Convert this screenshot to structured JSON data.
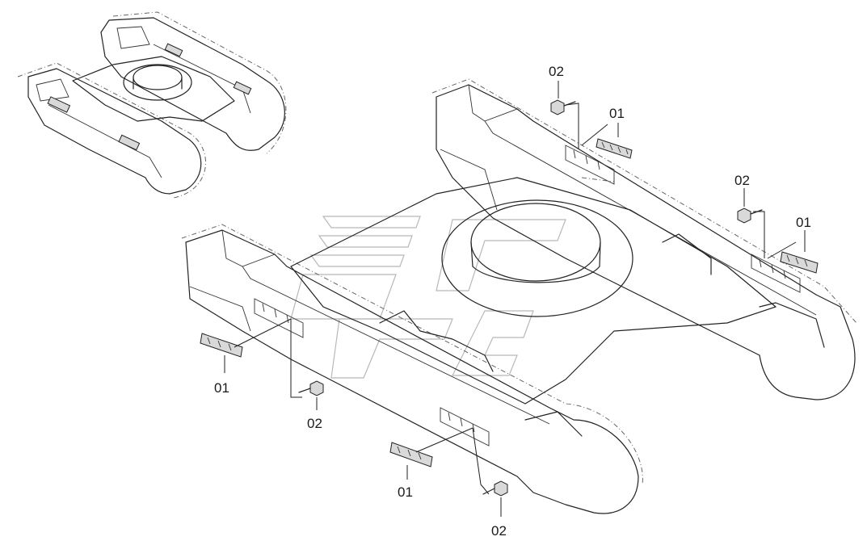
{
  "callouts": {
    "a1": "01",
    "a2": "02",
    "b1": "01",
    "b2": "02",
    "c1": "01",
    "c2": "02",
    "d1": "01",
    "d2": "02"
  }
}
